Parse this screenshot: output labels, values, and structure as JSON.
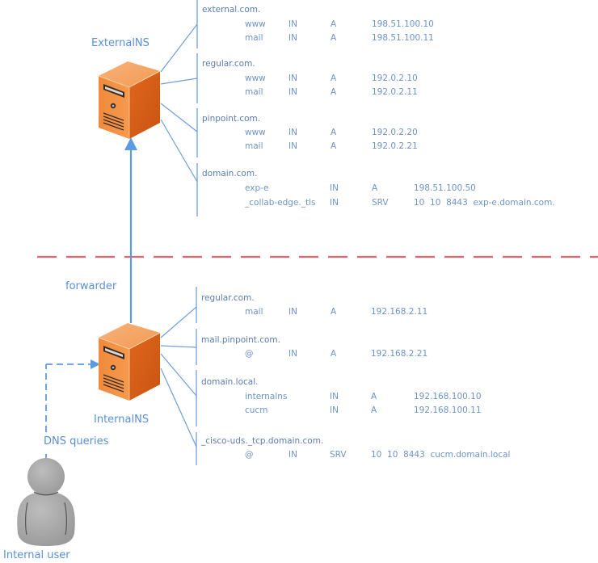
{
  "servers": {
    "external": {
      "label": "ExternalNS"
    },
    "internal": {
      "label": "InternalNS"
    }
  },
  "labels": {
    "forwarder": "forwarder",
    "dns_queries": "DNS queries",
    "internal_user": "Internal user"
  },
  "colors": {
    "server_orange": "#e8742a",
    "connector_blue": "#6f9fd8",
    "arrow_blue": "#5b9be0",
    "boundary_red": "#e8636b",
    "user_gray": "#a8a8a8",
    "label_blue": "#5b8fd6"
  },
  "external_zones": [
    {
      "zone": "external.com.",
      "records": [
        {
          "name": "www",
          "class": "IN",
          "type": "A",
          "value": "198.51.100.10"
        },
        {
          "name": "mail",
          "class": "IN",
          "type": "A",
          "value": "198.51.100.11"
        }
      ]
    },
    {
      "zone": "regular.com.",
      "records": [
        {
          "name": "www",
          "class": "IN",
          "type": "A",
          "value": "192.0.2.10"
        },
        {
          "name": "mail",
          "class": "IN",
          "type": "A",
          "value": "192.0.2.11"
        }
      ]
    },
    {
      "zone": "pinpoint.com.",
      "records": [
        {
          "name": "www",
          "class": "IN",
          "type": "A",
          "value": "192.0.2.20"
        },
        {
          "name": "mail",
          "class": "IN",
          "type": "A",
          "value": "192.0.2.21"
        }
      ]
    },
    {
      "zone": "domain.com.",
      "records": [
        {
          "name": "exp-e",
          "class": "IN",
          "type": "A",
          "value": "198.51.100.50"
        },
        {
          "name": "_collab-edge._tls",
          "class": "IN",
          "type": "SRV",
          "value": "10  10  8443  exp-e.domain.com."
        }
      ]
    }
  ],
  "internal_zones": [
    {
      "zone": "regular.com.",
      "records": [
        {
          "name": "mail",
          "class": "IN",
          "type": "A",
          "value": "192.168.2.11"
        }
      ]
    },
    {
      "zone": "mail.pinpoint.com.",
      "records": [
        {
          "name": "@",
          "class": "IN",
          "type": "A",
          "value": "192.168.2.21"
        }
      ]
    },
    {
      "zone": "domain.local.",
      "records": [
        {
          "name": "internalns",
          "class": "IN",
          "type": "A",
          "value": "192.168.100.10"
        },
        {
          "name": "cucm",
          "class": "IN",
          "type": "A",
          "value": "192.168.100.11"
        }
      ]
    },
    {
      "zone": "_cisco-uds._tcp.domain.com.",
      "records": [
        {
          "name": "@",
          "class": "IN",
          "type": "SRV",
          "value": "10  10  8443  cucm.domain.local"
        }
      ]
    }
  ]
}
